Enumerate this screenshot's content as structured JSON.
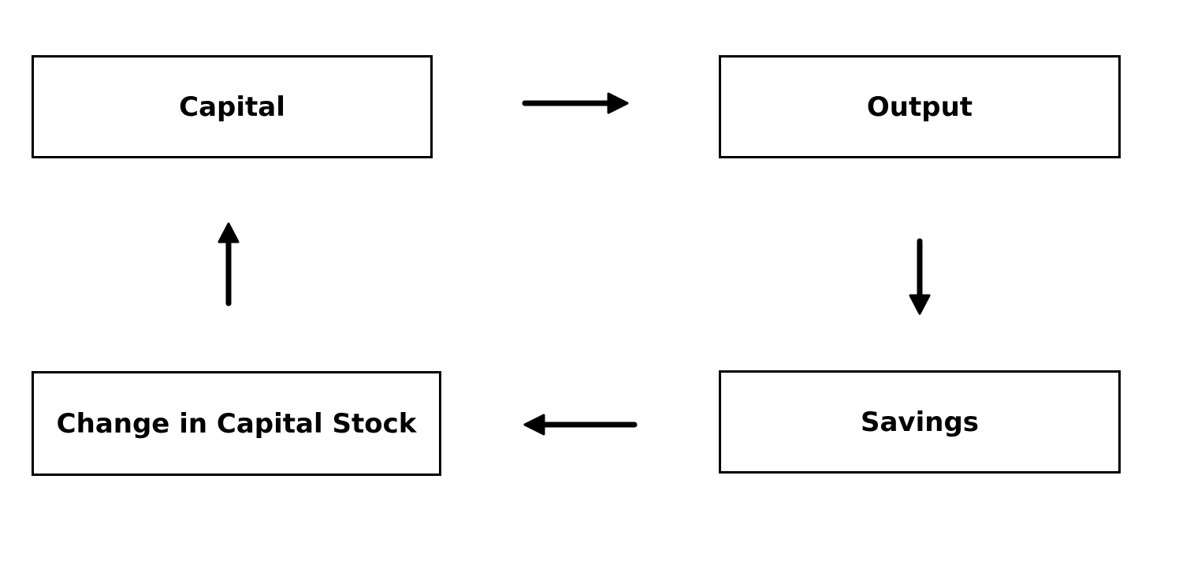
{
  "diagram": {
    "nodes": [
      {
        "id": "capital",
        "label": "Capital"
      },
      {
        "id": "output",
        "label": "Output"
      },
      {
        "id": "savings",
        "label": "Savings"
      },
      {
        "id": "change",
        "label": "Change in Capital Stock"
      }
    ],
    "edges": [
      {
        "from": "capital",
        "to": "output"
      },
      {
        "from": "output",
        "to": "savings"
      },
      {
        "from": "savings",
        "to": "change"
      },
      {
        "from": "change",
        "to": "capital"
      }
    ],
    "colors": {
      "stroke": "#000000",
      "background": "#ffffff"
    }
  }
}
